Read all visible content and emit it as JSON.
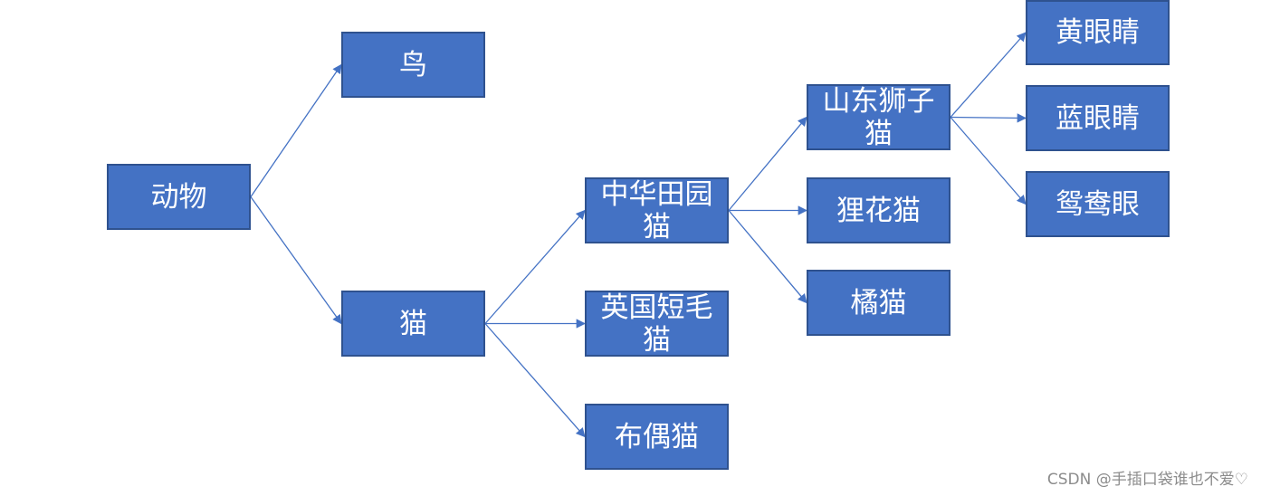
{
  "colors": {
    "node_fill": "#4472c4",
    "node_border": "#2f528f",
    "edge": "#4472c4",
    "text": "#ffffff",
    "watermark": "#8c8c8c"
  },
  "nodes": [
    {
      "id": "animal",
      "label": "动物"
    },
    {
      "id": "bird",
      "label": "鸟"
    },
    {
      "id": "cat",
      "label": "猫"
    },
    {
      "id": "chinese_cat",
      "label": "中华田园猫"
    },
    {
      "id": "british_shorthair",
      "label": "英国短毛猫"
    },
    {
      "id": "ragdoll",
      "label": "布偶猫"
    },
    {
      "id": "shandong_lion_cat",
      "label": "山东狮子猫"
    },
    {
      "id": "tabby",
      "label": "狸花猫"
    },
    {
      "id": "orange_cat",
      "label": "橘猫"
    },
    {
      "id": "yellow_eyes",
      "label": "黄眼睛"
    },
    {
      "id": "blue_eyes",
      "label": "蓝眼睛"
    },
    {
      "id": "odd_eyes",
      "label": "鸳鸯眼"
    }
  ],
  "edges": [
    {
      "from": "animal",
      "to": "bird"
    },
    {
      "from": "animal",
      "to": "cat"
    },
    {
      "from": "cat",
      "to": "chinese_cat"
    },
    {
      "from": "cat",
      "to": "british_shorthair"
    },
    {
      "from": "cat",
      "to": "ragdoll"
    },
    {
      "from": "chinese_cat",
      "to": "shandong_lion_cat"
    },
    {
      "from": "chinese_cat",
      "to": "tabby"
    },
    {
      "from": "chinese_cat",
      "to": "orange_cat"
    },
    {
      "from": "shandong_lion_cat",
      "to": "yellow_eyes"
    },
    {
      "from": "shandong_lion_cat",
      "to": "blue_eyes"
    },
    {
      "from": "shandong_lion_cat",
      "to": "odd_eyes"
    }
  ],
  "watermark": "CSDN @手插口袋谁也不爱♡"
}
